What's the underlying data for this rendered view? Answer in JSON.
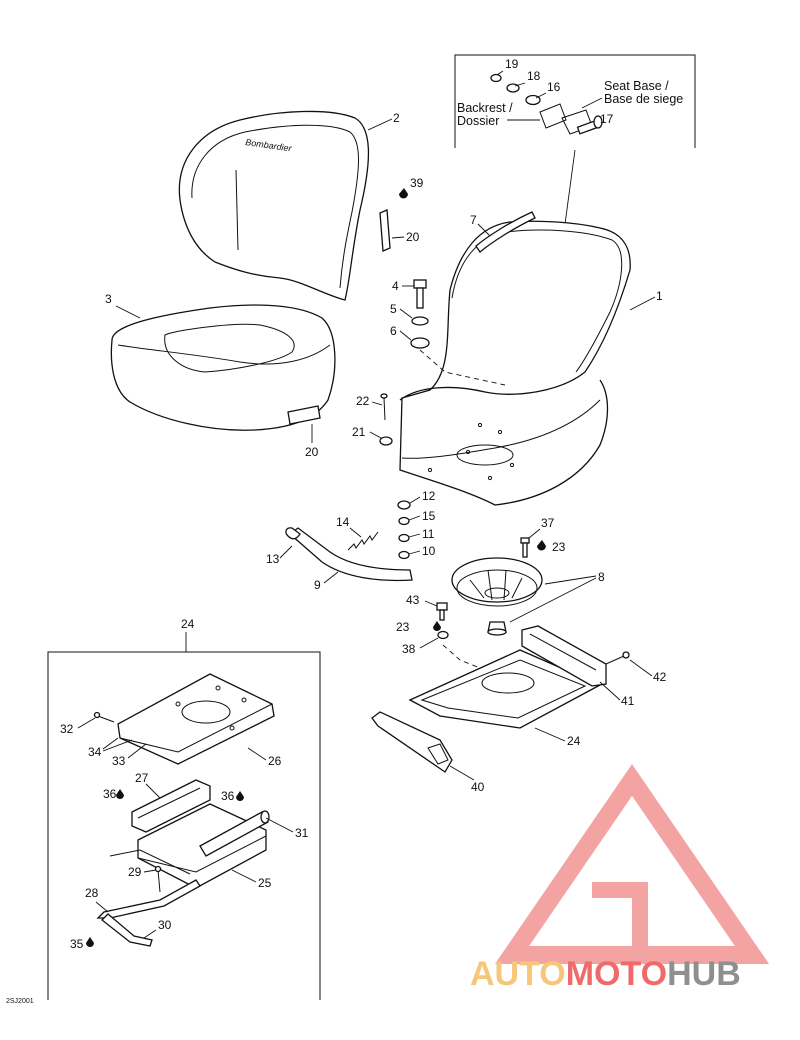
{
  "callouts": {
    "c1": "1",
    "c2": "2",
    "c3": "3",
    "c4": "4",
    "c5": "5",
    "c6": "6",
    "c7": "7",
    "c8": "8",
    "c9": "9",
    "c10": "10",
    "c11": "11",
    "c12": "12",
    "c13": "13",
    "c14": "14",
    "c15": "15",
    "c16": "16",
    "c17": "17",
    "c18": "18",
    "c19": "19",
    "c20a": "20",
    "c20b": "20",
    "c21": "21",
    "c22": "22",
    "c23a": "23",
    "c23b": "23",
    "c24a": "24",
    "c24b": "24",
    "c25": "25",
    "c26": "26",
    "c27": "27",
    "c28": "28",
    "c29": "29",
    "c30": "30",
    "c31": "31",
    "c32": "32",
    "c33": "33",
    "c34": "34",
    "c35": "35",
    "c36a": "36",
    "c36b": "36",
    "c37": "37",
    "c38": "38",
    "c39": "39",
    "c40": "40",
    "c41": "41",
    "c42": "42",
    "c43": "43"
  },
  "inset_labels": {
    "seat_base_line1": "Seat Base /",
    "seat_base_line2": "Base de siege",
    "backrest_line1": "Backrest /",
    "backrest_line2": "Dossier"
  },
  "seat_logo_text": "Bombardier",
  "figure_code": "2SJ2001",
  "watermark": {
    "part1": "AUTO",
    "part2": "MOTO",
    "part3": "HUB",
    "color_auto": "#f6c77a",
    "color_moto": "#f06a6a",
    "color_hub": "#8f8f8f"
  }
}
